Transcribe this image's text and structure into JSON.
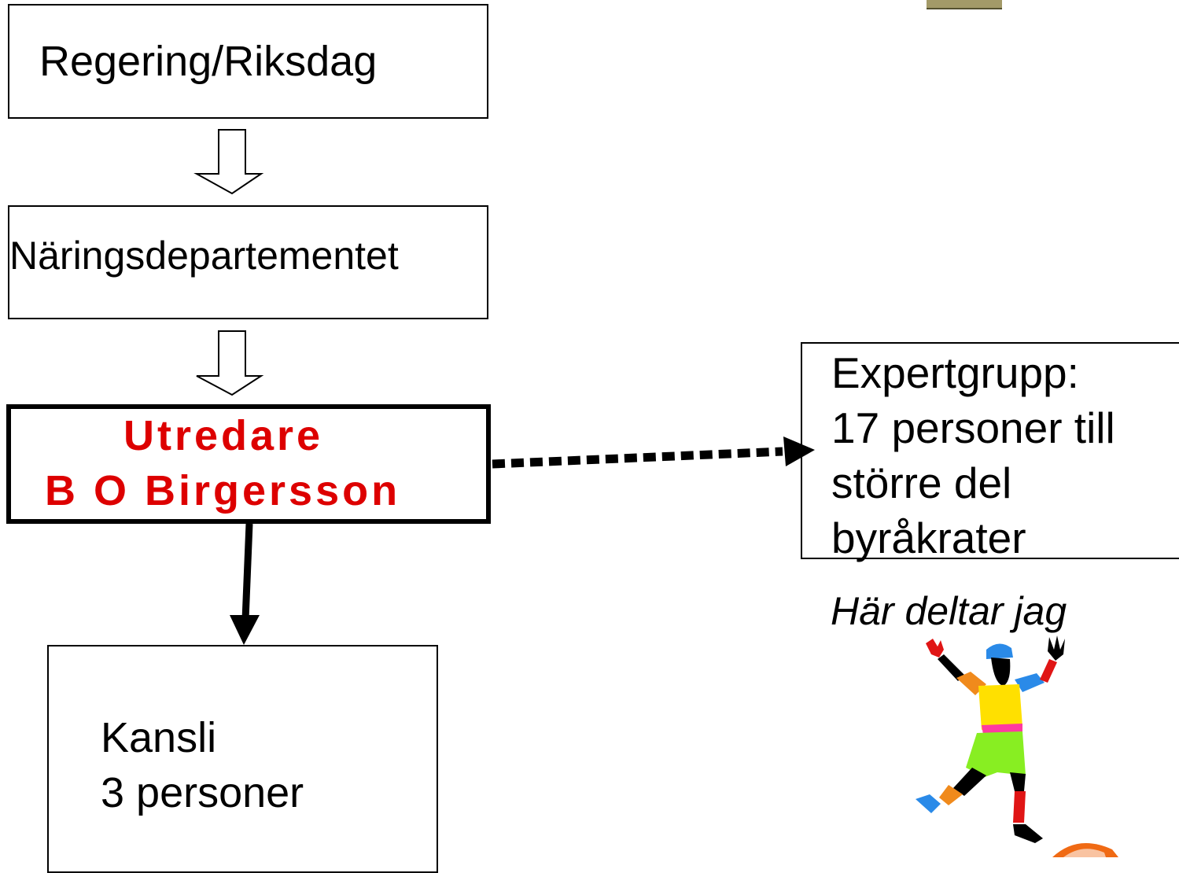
{
  "boxes": {
    "regering": {
      "label": "Regering/Riksdag"
    },
    "naringsdepartementet": {
      "label": "Näringsdepartementet"
    },
    "utredare": {
      "line1": "Utredare",
      "line2": "B O Birgersson"
    },
    "expertgrupp": {
      "line1": "Expertgrupp:",
      "line2": "17 personer till",
      "line3": "större del",
      "line4": "byråkrater"
    },
    "kansli": {
      "line1": "Kansli",
      "line2": "3 personer"
    }
  },
  "caption": "Här deltar jag",
  "colors": {
    "utredare_text": "#dd0000",
    "border": "#000000"
  },
  "icons": {
    "illustration": "dancing-person-clipart",
    "corner": "partial-image"
  }
}
